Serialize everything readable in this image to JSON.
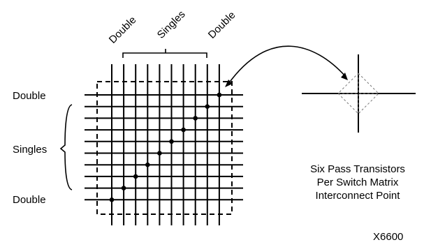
{
  "top_labels": {
    "double_left": "Double",
    "singles": "Singles",
    "double_right": "Double"
  },
  "left_labels": {
    "double_top": "Double",
    "singles": "Singles",
    "double_bottom": "Double"
  },
  "switch_caption": {
    "line1": "Six Pass Transistors",
    "line2": "Per Switch Matrix",
    "line3": "Interconnect Point"
  },
  "figure_id": "X6600",
  "colors": {
    "ink": "#000000",
    "diamond": "#777777",
    "background": "#ffffff"
  }
}
